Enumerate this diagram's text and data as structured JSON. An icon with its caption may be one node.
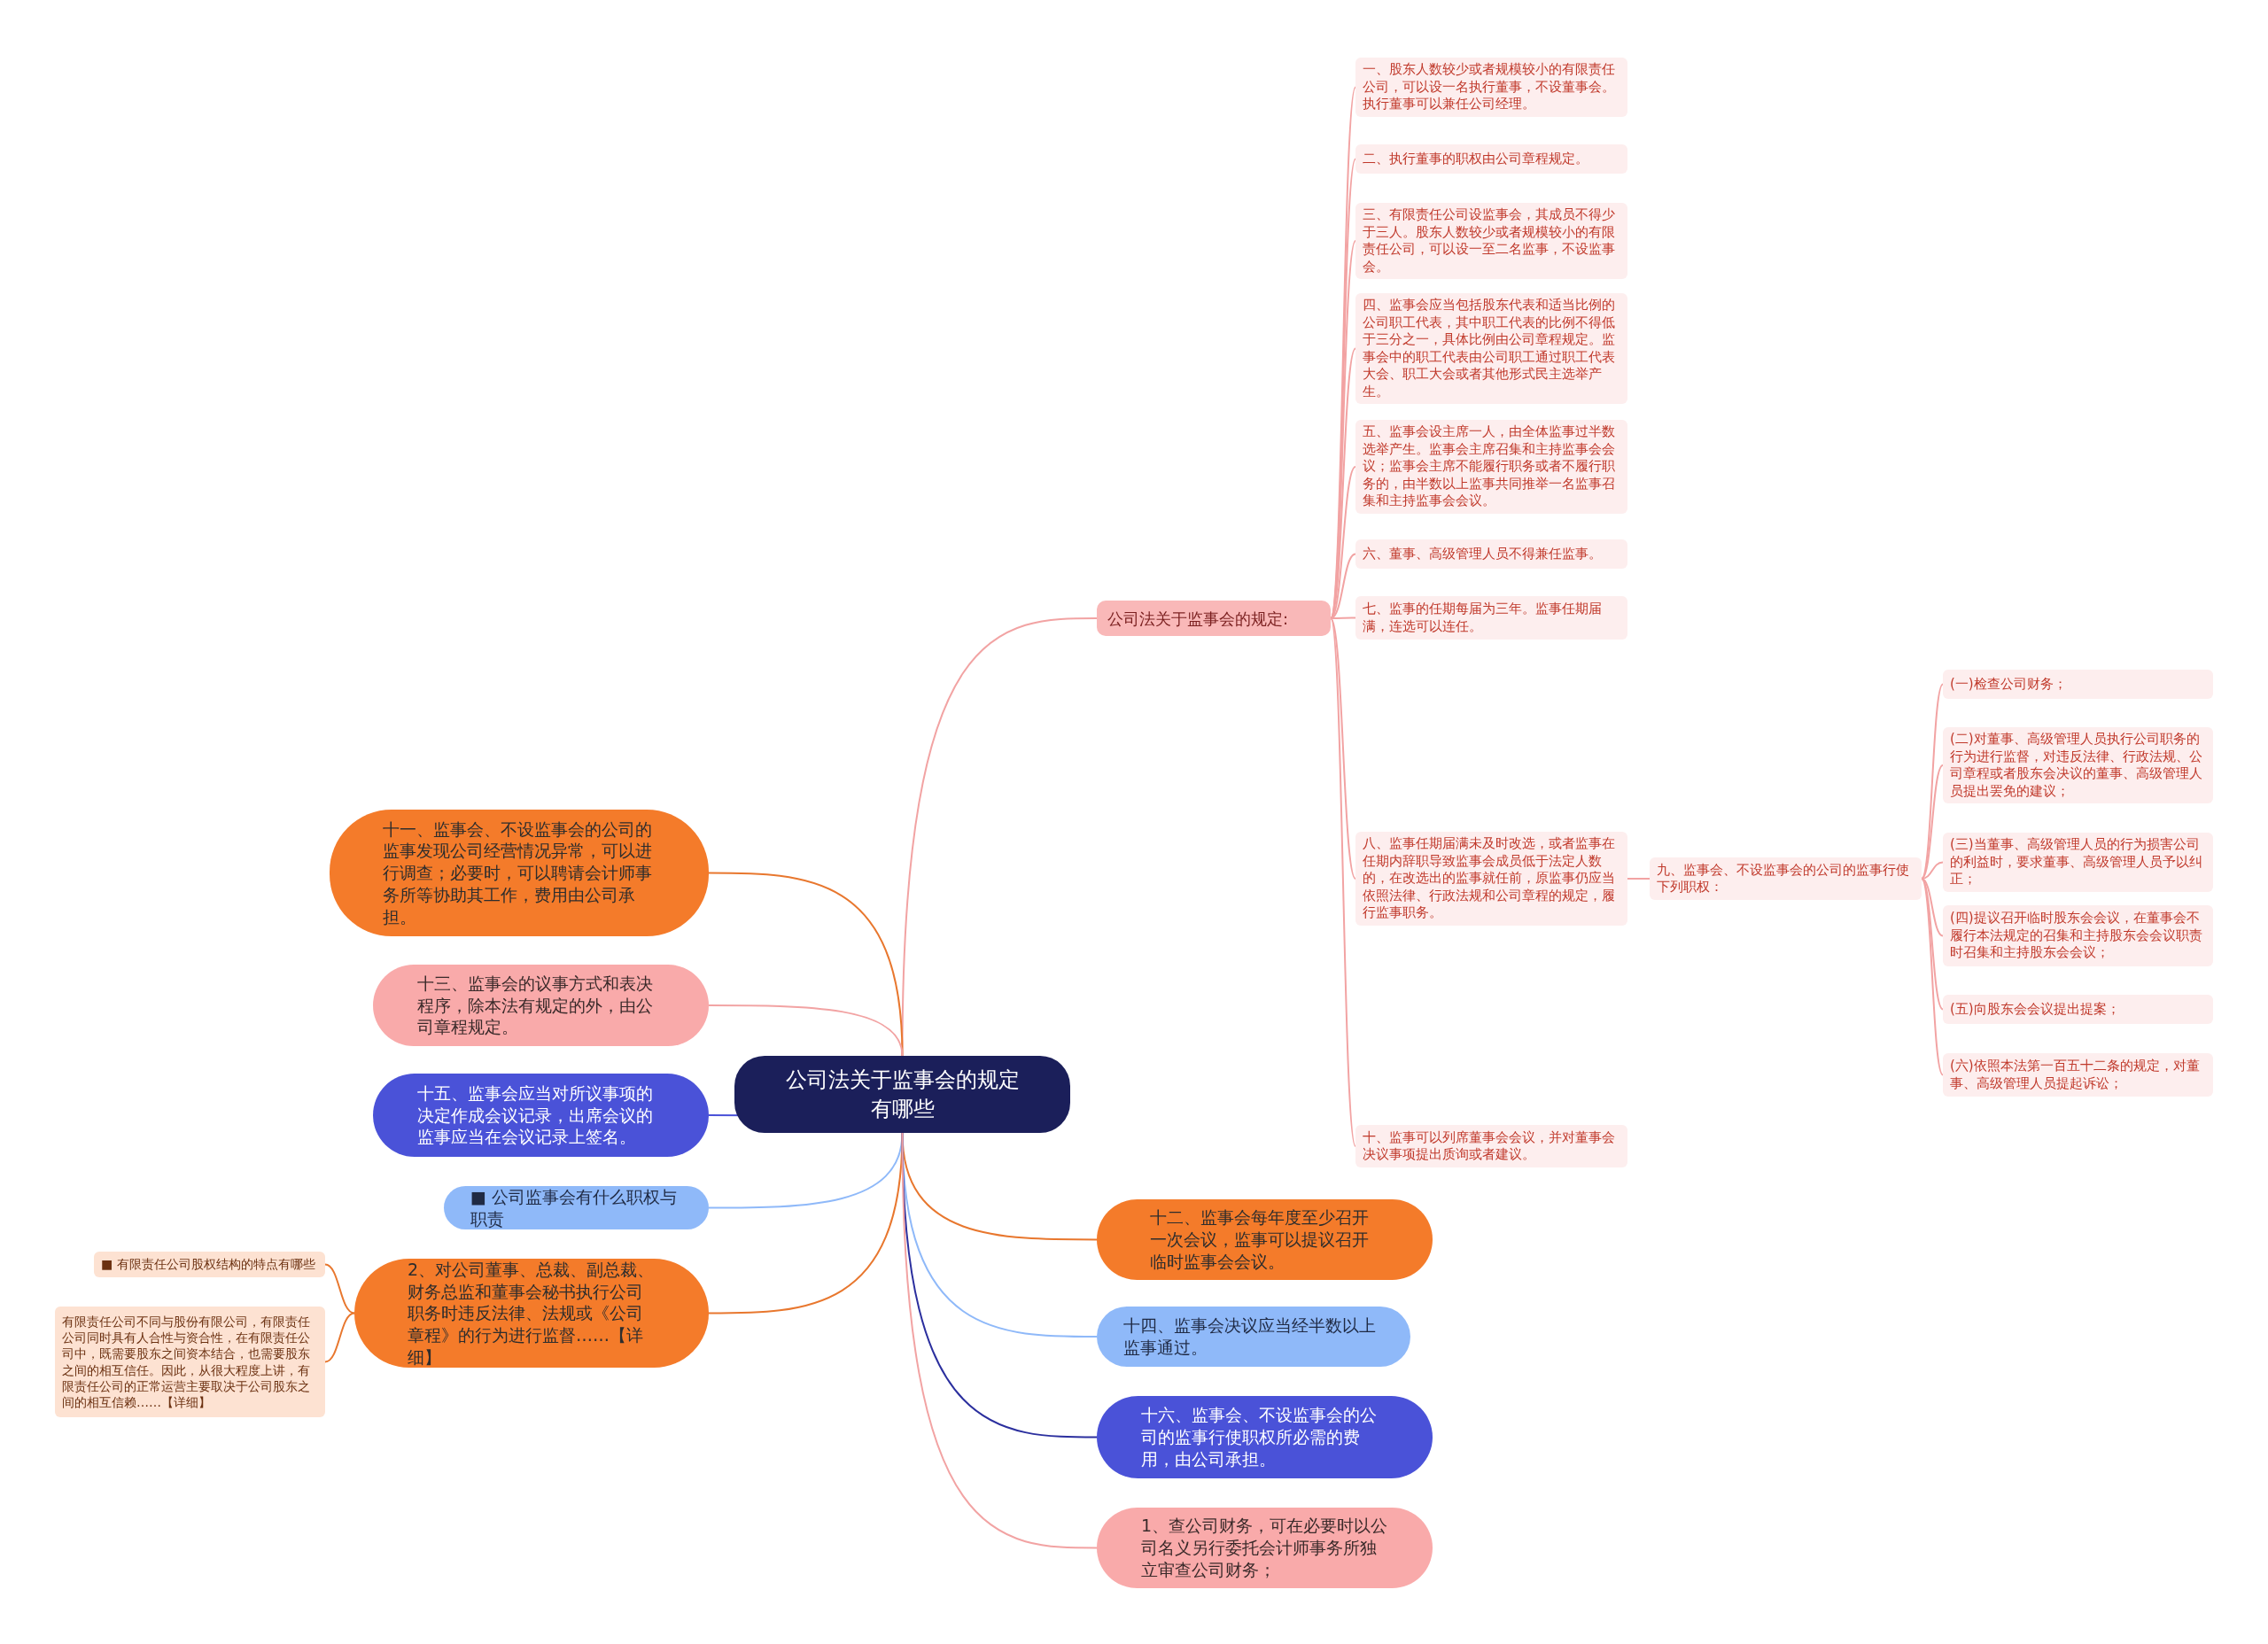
{
  "diagram": {
    "nodes": [
      {
        "text": [
          "公司法关于监事会的规定有哪些"
        ]
      },
      {
        "text": [
          "公司法关于监事会的规定:"
        ]
      },
      {
        "text": [
          "一、股东人数较少或者规模较小的有限责任公司，可以设一名执行董事，不设董事会。执行董事可以兼任公司经理。"
        ]
      },
      {
        "text": [
          "二、执行董事的职权由公司章程规定。"
        ]
      },
      {
        "text": [
          "三、有限责任公司设监事会，其成员不得少于三人。股东人数较少或者规模较小的有限责任公司，可以设一至二名监事，不设监事会。"
        ]
      },
      {
        "text": [
          "四、监事会应当包括股东代表和适当比例的公司职工代表，其中职工代表的比例不得低于三分之一，具体比例由公司章程规定。监事会中的职工代表由公司职工通过职工代表大会、职工大会或者其他形式民主选举产生。"
        ]
      },
      {
        "text": [
          "五、监事会设主席一人，由全体监事过半数选举产生。监事会主席召集和主持监事会会议；监事会主席不能履行职务或者不履行职务的，由半数以上监事共同推举一名监事召集和主持监事会会议。"
        ]
      },
      {
        "text": [
          "六、董事、高级管理人员不得兼任监事。"
        ]
      },
      {
        "text": [
          "七、监事的任期每届为三年。监事任期届满，连选可以连任。"
        ]
      },
      {
        "text": [
          "八、监事任期届满未及时改选，或者监事在任期内辞职导致监事会成员低于法定人数的，在改选出的监事就任前，原监事仍应当依照法律、行政法规和公司章程的规定，履行监事职务。"
        ]
      },
      {
        "text": [
          "九、监事会、不设监事会的公司的监事行使下列职权："
        ]
      },
      {
        "text": [
          "(一)检查公司财务；"
        ]
      },
      {
        "text": [
          "(二)对董事、高级管理人员执行公司职务的行为进行监督，对违反法律、行政法规、公司章程或者股东会决议的董事、高级管理人员提出罢免的建议；"
        ]
      },
      {
        "text": [
          "(三)当董事、高级管理人员的行为损害公司的利益时，要求董事、高级管理人员予以纠正；"
        ]
      },
      {
        "text": [
          "(四)提议召开临时股东会会议，在董事会不履行本法规定的召集和主持股东会会议职责时召集和主持股东会会议；"
        ]
      },
      {
        "text": [
          "(五)向股东会会议提出提案；"
        ]
      },
      {
        "text": [
          "(六)依照本法第一百五十二条的规定，对董事、高级管理人员提起诉讼；"
        ]
      },
      {
        "text": [
          "十、监事可以列席董事会会议，并对董事会决议事项提出质询或者建议。"
        ]
      },
      {
        "text": [
          "十一、监事会、不设监事会的公司的监事发现公司经营情况异常，可以进行调查；必要时，可以聘请会计师事务所等协助其工作，费用由公司承担。"
        ]
      },
      {
        "text": [
          "十三、监事会的议事方式和表决程序，除本法有规定的外，由公司章程规定。"
        ]
      },
      {
        "text": [
          "十五、监事会应当对所议事项的决定作成会议记录，出席会议的监事应当在会议记录上签名。"
        ]
      },
      {
        "text": [
          "■ 公司监事会有什么职权与职责"
        ]
      },
      {
        "text": [
          "2、对公司董事、总裁、副总裁、财务总监和董事会秘书执行公司职务时违反法律、法规或《公司章程》的行为进行监督……【详细】"
        ]
      },
      {
        "text": [
          "■ 有限责任公司股权结构的特点有哪些"
        ]
      },
      {
        "text": [
          "有限责任公司不同与股份有限公司，有限责任公司同时具有人合性与资合性，在有限责任公司中，既需要股东之间资本结合，也需要股东之间的相互信任。因此，从很大程度上讲，有限责任公司的正常运营主要取决于公司股东之间的相互信赖……【详细】"
        ]
      },
      {
        "text": [
          "十二、监事会每年度至少召开一次会议，监事可以提议召开临时监事会会议。"
        ]
      },
      {
        "text": [
          "十四、监事会决议应当经半数以上监事通过。"
        ]
      },
      {
        "text": [
          "十六、监事会、不设监事会的公司的监事行使职权所必需的费用，由公司承担。"
        ]
      },
      {
        "text": [
          "1、查公司财务，可在必要时以公司名义另行委托会计师事务所独立审查公司财务；"
        ]
      }
    ],
    "edges": [
      {
        "from": 0,
        "to": 1,
        "arrow": "none"
      },
      {
        "from": 1,
        "to": 2,
        "arrow": "none"
      },
      {
        "from": 1,
        "to": 3,
        "arrow": "none"
      },
      {
        "from": 1,
        "to": 4,
        "arrow": "none"
      },
      {
        "from": 1,
        "to": 5,
        "arrow": "none"
      },
      {
        "from": 1,
        "to": 6,
        "arrow": "none"
      },
      {
        "from": 1,
        "to": 7,
        "arrow": "none"
      },
      {
        "from": 1,
        "to": 8,
        "arrow": "none"
      },
      {
        "from": 1,
        "to": 9,
        "arrow": "none"
      },
      {
        "from": 9,
        "to": 10,
        "arrow": "none"
      },
      {
        "from": 10,
        "to": 11,
        "arrow": "none"
      },
      {
        "from": 10,
        "to": 12,
        "arrow": "none"
      },
      {
        "from": 10,
        "to": 13,
        "arrow": "none"
      },
      {
        "from": 10,
        "to": 14,
        "arrow": "none"
      },
      {
        "from": 10,
        "to": 15,
        "arrow": "none"
      },
      {
        "from": 10,
        "to": 16,
        "arrow": "none"
      },
      {
        "from": 1,
        "to": 17,
        "arrow": "none"
      },
      {
        "from": 0,
        "to": 18,
        "arrow": "none",
        "color": "#e8772e"
      },
      {
        "from": 0,
        "to": 19,
        "arrow": "none"
      },
      {
        "from": 0,
        "to": 20,
        "arrow": "none",
        "color": "#4a52d8"
      },
      {
        "from": 0,
        "to": 21,
        "arrow": "none",
        "color": "#8fb9f9"
      },
      {
        "from": 0,
        "to": 22,
        "arrow": "none",
        "color": "#e8772e"
      },
      {
        "from": 22,
        "to": 23,
        "arrow": "none",
        "color": "#e8772e"
      },
      {
        "from": 22,
        "to": 24,
        "arrow": "none",
        "color": "#e8772e"
      },
      {
        "from": 0,
        "to": 25,
        "arrow": "none",
        "color": "#e8772e"
      },
      {
        "from": 0,
        "to": 26,
        "arrow": "none",
        "color": "#8fb9f9"
      },
      {
        "from": 0,
        "to": 27,
        "arrow": "none",
        "color": "#2b2f9e"
      },
      {
        "from": 0,
        "to": 28,
        "arrow": "none"
      }
    ]
  }
}
